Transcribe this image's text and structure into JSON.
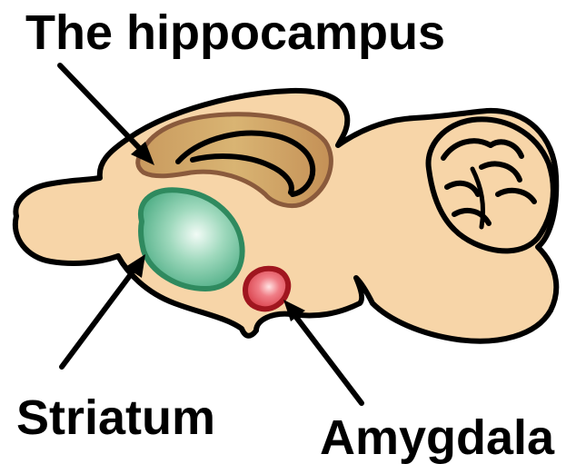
{
  "labels": {
    "hippocampus": "The hippocampus",
    "striatum": "Striatum",
    "amygdala": "Amygdala"
  },
  "colors": {
    "brain_fill": "#f7d5a8",
    "outline": "#000000",
    "hippocampus_fill": "#c9a063",
    "hippocampus_edge": "#8a5a3c",
    "striatum_fill": "#5bb791",
    "striatum_edge": "#2f8a5f",
    "amygdala_fill": "#e2505a",
    "amygdala_edge": "#a0161f"
  }
}
